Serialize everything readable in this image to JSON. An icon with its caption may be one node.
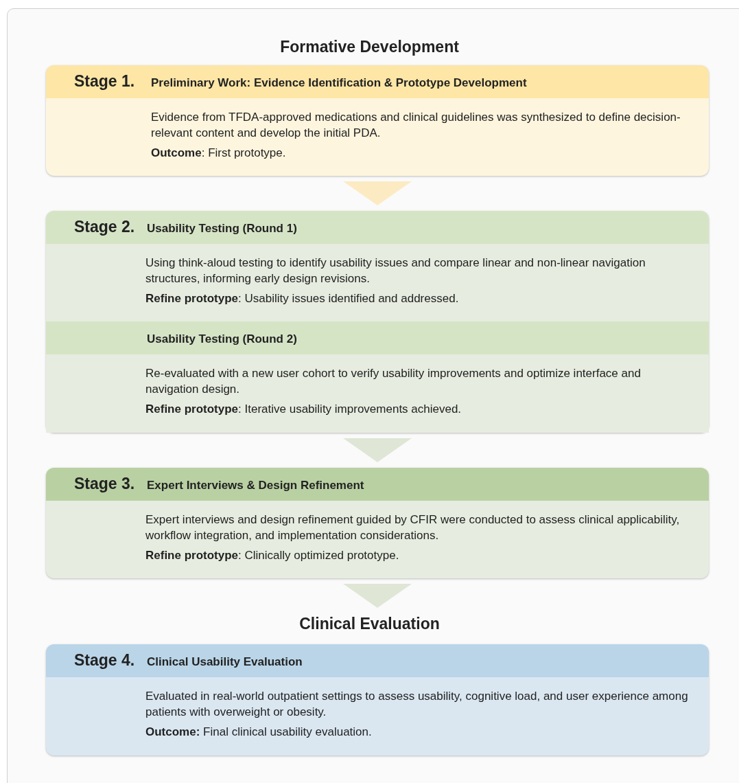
{
  "diagram": {
    "title": "Formative Development",
    "nodes": [
      {
        "text": [
          "Stage 1.",
          "Preliminary Work: Evidence Identification & Prototype Development",
          "Evidence from TFDA-approved medications and clinical guidelines was synthesized to define decision-relevant content and develop the initial PDA.",
          "**Outcome**: First prototype."
        ]
      },
      {
        "text": [
          "Stage 2.",
          "Usability Testing (Round 1)",
          "Using think-aloud testing to identify usability issues and compare linear and non-linear navigation structures, informing early design revisions.",
          "**Refine prototype**: Usability issues identified and addressed."
        ]
      },
      {
        "text": [
          "Usability Testing (Round 2)",
          "Re-evaluated with a new user cohort to verify usability improvements and optimize interface and navigation design.",
          "**Refine prototype**: Iterative usability improvements achieved."
        ],
        "in": 1
      },
      {
        "text": [
          "Stage 3.",
          "Expert Interviews & Design Refinement",
          "Expert interviews and design refinement guided by CFIR were conducted to assess clinical applicability, workflow integration, and implementation considerations.",
          "**Refine prototype**: Clinically optimized prototype."
        ]
      },
      {
        "text": [
          "Stage 4.",
          "Clinical Usability Evaluation",
          "Evaluated in real-world outpatient settings to assess usability, cognitive load, and user experience among patients with overweight or obesity.",
          "**Outcome:** Final clinical usability evaluation."
        ]
      }
    ],
    "edges": [
      {
        "from": 0,
        "to": 1,
        "arrow": "to",
        "color": "#fcebc2"
      },
      {
        "from": 1,
        "to": 3,
        "arrow": "to"
      },
      {
        "from": 3,
        "to": 4,
        "arrow": "to"
      }
    ],
    "labels": [
      "Clinical Evaluation"
    ]
  }
}
